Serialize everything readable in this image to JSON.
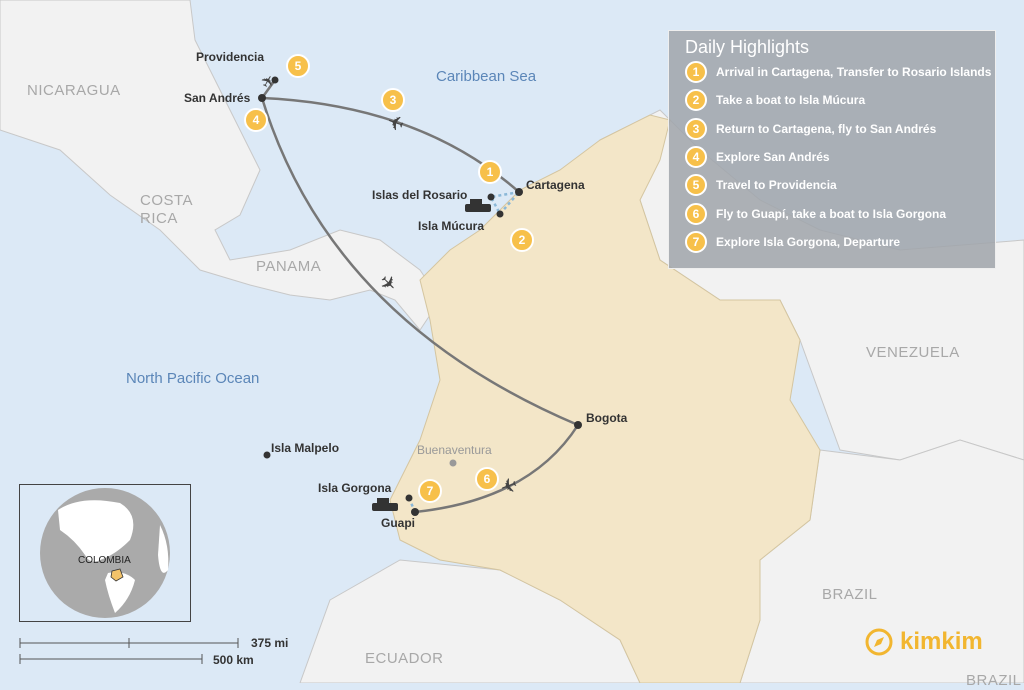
{
  "panel": {
    "title": "Daily Highlights",
    "items": [
      {
        "n": "1",
        "text": "Arrival in Cartagena, Transfer to Rosario Islands"
      },
      {
        "n": "2",
        "text": "Take a boat to Isla Múcura"
      },
      {
        "n": "3",
        "text": "Return to Cartagena, fly to San Andrés"
      },
      {
        "n": "4",
        "text": "Explore San Andrés"
      },
      {
        "n": "5",
        "text": "Travel to Providencia"
      },
      {
        "n": "6",
        "text": "Fly to Guapí, take a boat to Isla Gorgona"
      },
      {
        "n": "7",
        "text": "Explore Isla Gorgona, Departure"
      }
    ]
  },
  "places": {
    "providencia": "Providencia",
    "san_andres": "San Andrés",
    "cartagena": "Cartagena",
    "rosario": "Islas del Rosario",
    "mucura": "Isla Múcura",
    "bogota": "Bogota",
    "buenaventura": "Buenaventura",
    "gorgona": "Isla Gorgona",
    "guapi": "Guapi",
    "malpelo": "Isla Malpelo"
  },
  "countries": {
    "nicaragua": "NICARAGUA",
    "costa_rica": "COSTA\nRICA",
    "panama": "PANAMA",
    "venezuela": "VENEZUELA",
    "brazil": "BRAZIL",
    "ecuador": "ECUADOR",
    "brazil2": "BRAZIL"
  },
  "seas": {
    "caribbean": "Caribbean Sea",
    "pacific": "North Pacific Ocean"
  },
  "inset": {
    "label": "COLOMBIA"
  },
  "scale": {
    "mi": "375 mi",
    "km": "500 km"
  },
  "logo": {
    "text": "kimkim"
  },
  "colors": {
    "colombia": "#f3e6c8",
    "land": "#f2f2f2",
    "water": "#dce9f6",
    "badge": "#f7c04a",
    "route": "#777777"
  }
}
